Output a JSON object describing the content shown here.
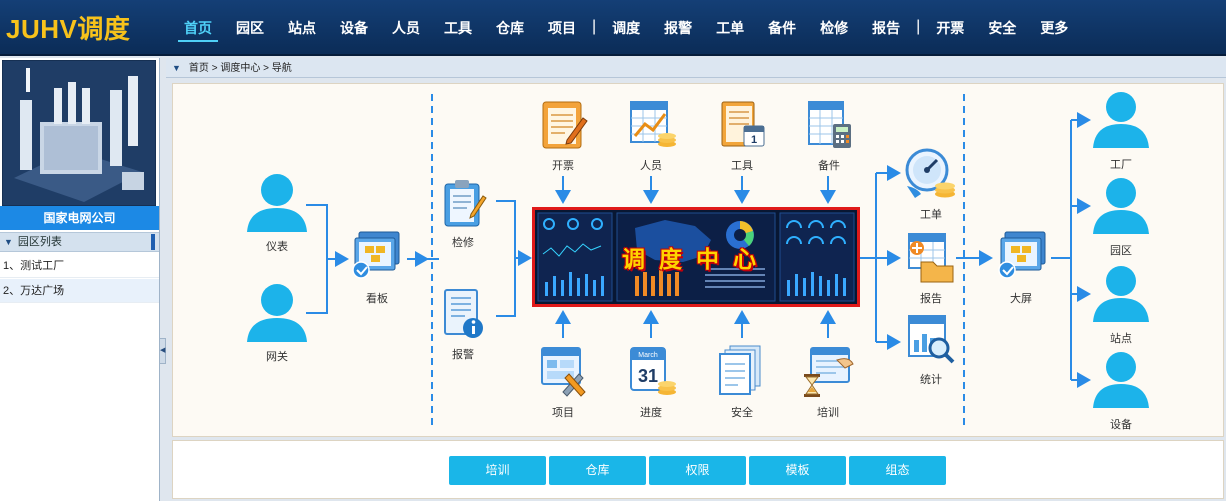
{
  "app": {
    "logo": "JUHV调度"
  },
  "nav": {
    "items": [
      {
        "label": "首页",
        "active": true
      },
      {
        "label": "园区"
      },
      {
        "label": "站点"
      },
      {
        "label": "设备"
      },
      {
        "label": "人员"
      },
      {
        "label": "工具"
      },
      {
        "label": "仓库"
      },
      {
        "label": "项目"
      },
      {
        "label": "调度"
      },
      {
        "label": "报警"
      },
      {
        "label": "工单"
      },
      {
        "label": "备件"
      },
      {
        "label": "检修"
      },
      {
        "label": "报告"
      },
      {
        "label": "开票"
      },
      {
        "label": "安全"
      },
      {
        "label": "更多"
      }
    ],
    "separator": "|"
  },
  "sidebar": {
    "company_name": "国家电网公司",
    "park_list_title": "园区列表",
    "parks": [
      "1、测试工厂",
      "2、万达广场"
    ]
  },
  "breadcrumb": {
    "text": "首页 > 调度中心 > 导航"
  },
  "diagram": {
    "center_title": "调度中心",
    "labels": {
      "meter": "仪表",
      "gateway": "网关",
      "dashboard": "看板",
      "maintenance": "检修",
      "alarm": "报警",
      "ticket": "开票",
      "personnel": "人员",
      "tools": "工具",
      "spare_parts": "备件",
      "project": "项目",
      "progress": "进度",
      "safety": "安全",
      "training": "培训",
      "work_order": "工单",
      "report": "报告",
      "statistics": "统计",
      "big_screen": "大屏",
      "factory": "工厂",
      "park": "园区",
      "site": "站点",
      "equipment": "设备"
    },
    "icon_date": {
      "month": "March",
      "day": "31"
    }
  },
  "bottom_buttons": [
    "培训",
    "仓库",
    "权限",
    "模板",
    "组态"
  ],
  "colors": {
    "header_bg": "#0b2c57",
    "logo": "#f7c21b",
    "nav_active": "#4fd0f7",
    "accent": "#1ab6e8",
    "arrow": "#2a8be6",
    "person": "#1cb3ea",
    "frame": "#e01a1a"
  }
}
